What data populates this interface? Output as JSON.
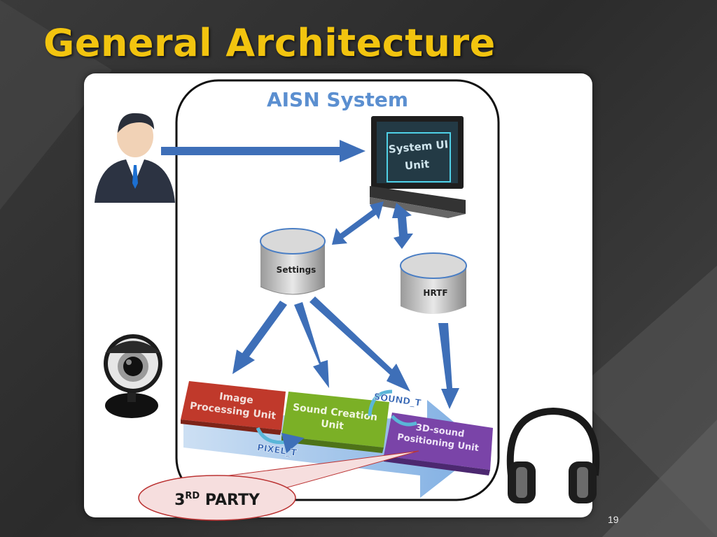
{
  "slide": {
    "title": "General Architecture",
    "page_number": "19"
  },
  "diagram": {
    "system_title": "AISN System",
    "system_ui": [
      "System UI",
      "Unit"
    ],
    "settings_label": "Settings",
    "hrtf_label": "HRTF",
    "image_processing": [
      "Image",
      "Processing Unit"
    ],
    "sound_creation": [
      "Sound Creation",
      "Unit"
    ],
    "positioning": [
      "3D-sound",
      "Positioning Unit"
    ],
    "pixel_t": "PIXEL_T",
    "sound_t": "SOUND_T",
    "third_party_main": "3",
    "third_party_sup": "RD",
    "third_party_rest": " PARTY"
  },
  "colors": {
    "title": "#f2c40f",
    "arrow_fill": "#3e6fb8",
    "image_unit": "#c0392b",
    "sound_unit": "#7bb026",
    "positioning_unit": "#7a44a8"
  }
}
